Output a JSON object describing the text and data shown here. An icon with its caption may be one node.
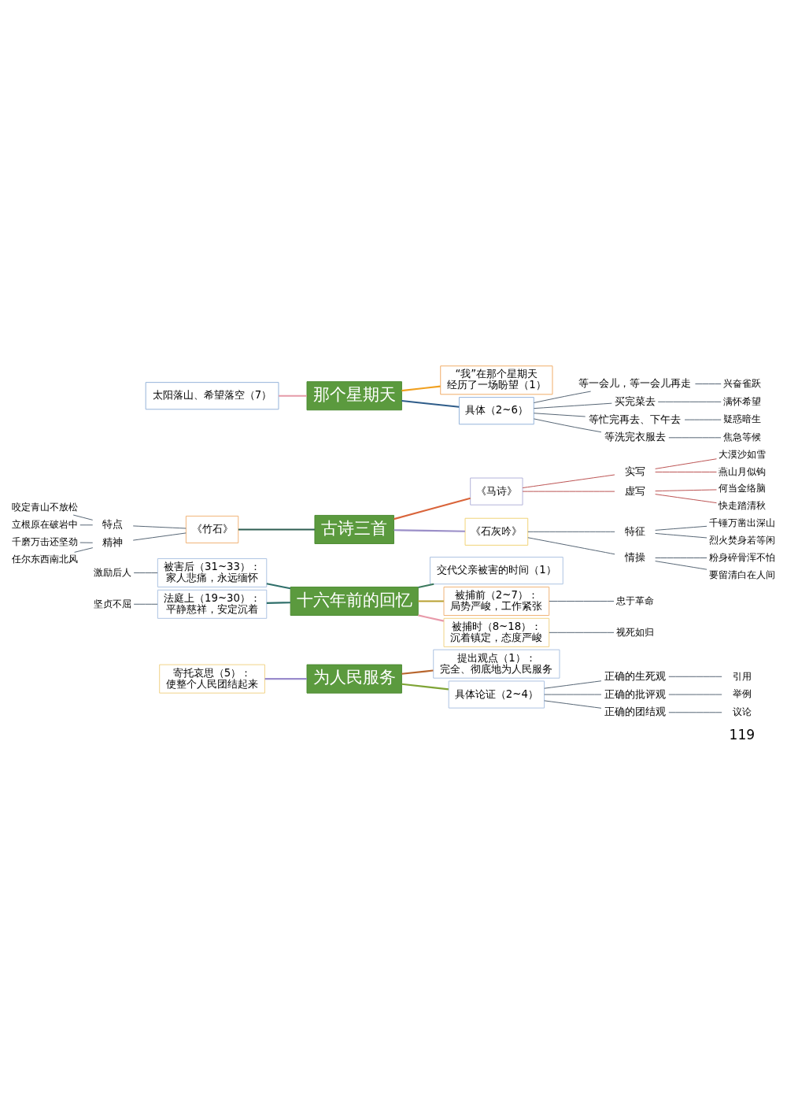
{
  "diagram": {
    "nodes": [
      {
        "text": [
          "太阳落山、希望落空（7）"
        ]
      },
      {
        "text": [
          "那个星期天"
        ]
      },
      {
        "text": [
          "“我”在那个星期天经历了一场盼望（1）"
        ]
      },
      {
        "text": [
          "具体（2~6）"
        ]
      },
      {
        "text": [
          "等一会儿，等一会儿再走"
        ]
      },
      {
        "text": [
          "兴奋雀跃"
        ]
      },
      {
        "text": [
          "买完菜去"
        ]
      },
      {
        "text": [
          "满怀希望"
        ]
      },
      {
        "text": [
          "等忙完再去、下午去"
        ]
      },
      {
        "text": [
          "疑惑暗生"
        ]
      },
      {
        "text": [
          "等洗完衣服去"
        ]
      },
      {
        "text": [
          "焦急等候"
        ]
      },
      {
        "text": [
          "咬定青山不放松"
        ]
      },
      {
        "text": [
          "立根原在破岩中"
        ]
      },
      {
        "text": [
          "千磨万击还坚劲"
        ]
      },
      {
        "text": [
          "任尔东西南北风"
        ]
      },
      {
        "text": [
          "特点"
        ]
      },
      {
        "text": [
          "精神"
        ]
      },
      {
        "text": [
          "《竹石》"
        ]
      },
      {
        "text": [
          "古诗三首"
        ]
      },
      {
        "text": [
          "《马诗》"
        ]
      },
      {
        "text": [
          "实写"
        ]
      },
      {
        "text": [
          "大漠沙如雪"
        ]
      },
      {
        "text": [
          "燕山月似钩"
        ]
      },
      {
        "text": [
          "虚写"
        ]
      },
      {
        "text": [
          "何当金络脑"
        ]
      },
      {
        "text": [
          "快走踏清秋"
        ]
      },
      {
        "text": [
          "《石灰吟》"
        ]
      },
      {
        "text": [
          "特征"
        ]
      },
      {
        "text": [
          "千锤万凿出深山"
        ]
      },
      {
        "text": [
          "烈火焚身若等闲"
        ]
      },
      {
        "text": [
          "情操"
        ]
      },
      {
        "text": [
          "粉身碎骨浑不怕"
        ]
      },
      {
        "text": [
          "要留清白在人间"
        ]
      },
      {
        "text": [
          "激励后人"
        ]
      },
      {
        "text": [
          "被害后（31~33）：家人悲痛，永远缅怀"
        ]
      },
      {
        "text": [
          "坚贞不屈"
        ]
      },
      {
        "text": [
          "法庭上（19~30）：平静慈祥，安定沉着"
        ]
      },
      {
        "text": [
          "十六年前的回忆"
        ]
      },
      {
        "text": [
          "交代父亲被害的时间（1）"
        ]
      },
      {
        "text": [
          "被捕前（2~7）：局势严峻，工作紧张"
        ]
      },
      {
        "text": [
          "忠于革命"
        ]
      },
      {
        "text": [
          "被捕时（8~18）：沉着镇定，态度严峻"
        ]
      },
      {
        "text": [
          "视死如归"
        ]
      },
      {
        "text": [
          "寄托哀思（5）：使整个人民团结起来"
        ]
      },
      {
        "text": [
          "为人民服务"
        ]
      },
      {
        "text": [
          "提出观点（1）：完全、彻底地为人民服务"
        ]
      },
      {
        "text": [
          "具体论证（2~4）"
        ]
      },
      {
        "text": [
          "正确的生死观"
        ]
      },
      {
        "text": [
          "引用"
        ]
      },
      {
        "text": [
          "正确的批评观"
        ]
      },
      {
        "text": [
          "举例"
        ]
      },
      {
        "text": [
          "正确的团结观"
        ]
      },
      {
        "text": [
          "议论"
        ]
      }
    ],
    "edges": [
      {
        "from": 0,
        "to": 1,
        "arrow": "none",
        "color": "#e59aa8"
      },
      {
        "from": 1,
        "to": 2,
        "arrow": "none",
        "color": "#f0a020"
      },
      {
        "from": 1,
        "to": 3,
        "arrow": "none",
        "color": "#2f5d8a"
      },
      {
        "from": 3,
        "to": 4,
        "arrow": "none"
      },
      {
        "from": 3,
        "to": 6,
        "arrow": "none"
      },
      {
        "from": 3,
        "to": 8,
        "arrow": "none"
      },
      {
        "from": 3,
        "to": 10,
        "arrow": "none"
      },
      {
        "from": 4,
        "to": 5,
        "arrow": "none"
      },
      {
        "from": 6,
        "to": 7,
        "arrow": "none"
      },
      {
        "from": 8,
        "to": 9,
        "arrow": "none"
      },
      {
        "from": 10,
        "to": 11,
        "arrow": "none"
      },
      {
        "from": 12,
        "to": 16,
        "arrow": "none"
      },
      {
        "from": 13,
        "to": 16,
        "arrow": "none"
      },
      {
        "from": 14,
        "to": 17,
        "arrow": "none"
      },
      {
        "from": 15,
        "to": 17,
        "arrow": "none"
      },
      {
        "from": 16,
        "to": 18,
        "arrow": "none"
      },
      {
        "from": 17,
        "to": 18,
        "arrow": "none"
      },
      {
        "from": 18,
        "to": 19,
        "arrow": "none",
        "color": "#2e5e52"
      },
      {
        "from": 19,
        "to": 20,
        "arrow": "none",
        "color": "#d9643a"
      },
      {
        "from": 20,
        "to": 21,
        "arrow": "none",
        "color": "#b84a4a"
      },
      {
        "from": 21,
        "to": 22,
        "arrow": "none",
        "color": "#b84a4a"
      },
      {
        "from": 21,
        "to": 23,
        "arrow": "none",
        "color": "#b84a4a"
      },
      {
        "from": 20,
        "to": 24,
        "arrow": "none",
        "color": "#b84a4a"
      },
      {
        "from": 24,
        "to": 25,
        "arrow": "none",
        "color": "#b84a4a"
      },
      {
        "from": 24,
        "to": 26,
        "arrow": "none",
        "color": "#b84a4a"
      },
      {
        "from": 19,
        "to": 27,
        "arrow": "none",
        "color": "#9b8fc8"
      },
      {
        "from": 27,
        "to": 28,
        "arrow": "none"
      },
      {
        "from": 28,
        "to": 29,
        "arrow": "none"
      },
      {
        "from": 28,
        "to": 30,
        "arrow": "none"
      },
      {
        "from": 27,
        "to": 31,
        "arrow": "none"
      },
      {
        "from": 31,
        "to": 32,
        "arrow": "none"
      },
      {
        "from": 31,
        "to": 33,
        "arrow": "none"
      },
      {
        "from": 34,
        "to": 35,
        "arrow": "none"
      },
      {
        "from": 35,
        "to": 38,
        "arrow": "none",
        "color": "#2f6f6a"
      },
      {
        "from": 36,
        "to": 37,
        "arrow": "none"
      },
      {
        "from": 37,
        "to": 38,
        "arrow": "none",
        "color": "#2f6f6a"
      },
      {
        "from": 38,
        "to": 39,
        "arrow": "none",
        "color": "#3c7a5e"
      },
      {
        "from": 38,
        "to": 40,
        "arrow": "none",
        "color": "#b8a030"
      },
      {
        "from": 40,
        "to": 41,
        "arrow": "none"
      },
      {
        "from": 38,
        "to": 42,
        "arrow": "none",
        "color": "#e89aaa"
      },
      {
        "from": 42,
        "to": 43,
        "arrow": "none"
      },
      {
        "from": 44,
        "to": 45,
        "arrow": "none",
        "color": "#9a8ccc"
      },
      {
        "from": 45,
        "to": 46,
        "arrow": "none",
        "color": "#b8662e"
      },
      {
        "from": 45,
        "to": 47,
        "arrow": "none",
        "color": "#7fa436"
      },
      {
        "from": 47,
        "to": 48,
        "arrow": "none"
      },
      {
        "from": 47,
        "to": 50,
        "arrow": "none"
      },
      {
        "from": 47,
        "to": 52,
        "arrow": "none"
      },
      {
        "from": 48,
        "to": 49,
        "arrow": "none"
      },
      {
        "from": 50,
        "to": 51,
        "arrow": "none"
      },
      {
        "from": 52,
        "to": 53,
        "arrow": "none"
      }
    ],
    "labels": [
      "119"
    ]
  }
}
